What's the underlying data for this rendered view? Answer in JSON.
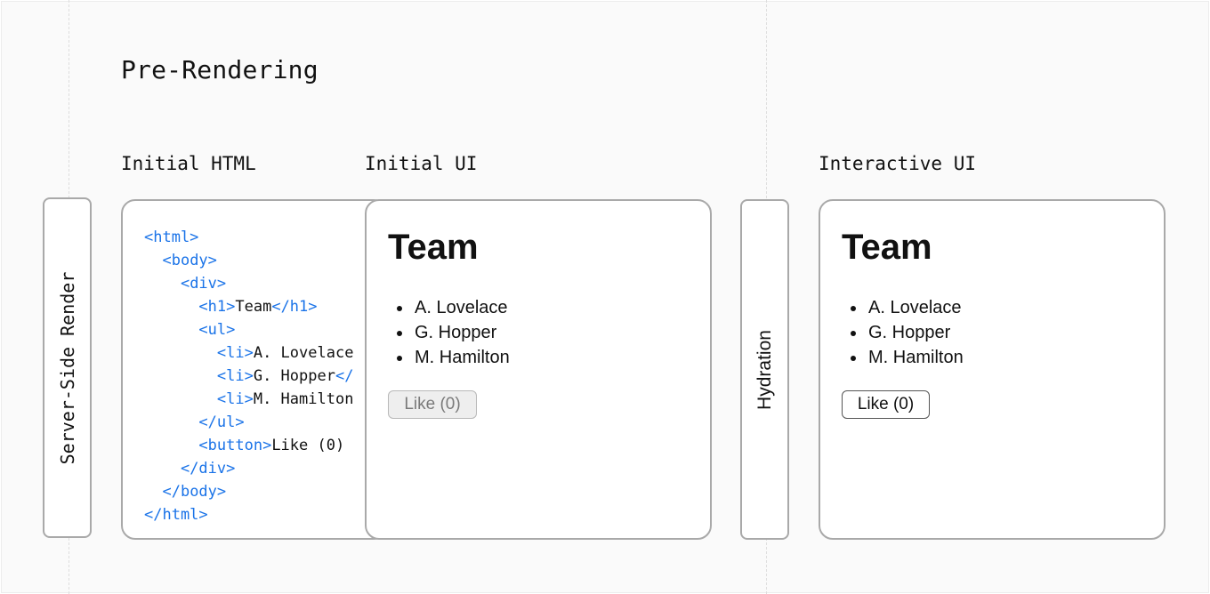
{
  "title": "Pre-Rendering",
  "columns": {
    "initial_html": "Initial HTML",
    "initial_ui": "Initial UI",
    "interactive_ui": "Interactive UI"
  },
  "steps": {
    "server_render": "Server-Side Render",
    "hydration": "Hydration"
  },
  "code": {
    "html_open": "<html>",
    "body_open": "<body>",
    "div_open": "<div>",
    "h1_open": "<h1>",
    "h1_text": "Team",
    "h1_close": "</h1>",
    "ul_open": "<ul>",
    "li_open": "<li>",
    "li_close_partial": "</",
    "li_items": [
      "A. Lovelace",
      "G. Hopper",
      "M. Hamilton"
    ],
    "ul_close": "</ul>",
    "button_open": "<button>",
    "button_text": "Like (0)",
    "div_close": "</div>",
    "body_close": "</body>",
    "html_close": "</html>"
  },
  "initial_ui": {
    "heading": "Team",
    "items": [
      "A. Lovelace",
      "G. Hopper",
      "M. Hamilton"
    ],
    "button_label": "Like (0)"
  },
  "interactive_ui": {
    "heading": "Team",
    "items": [
      "A. Lovelace",
      "G. Hopper",
      "M. Hamilton"
    ],
    "button_label": "Like (0)"
  },
  "colors": {
    "tag": "#1a73e8",
    "border": "#a9a9a9",
    "background": "#fafafa"
  }
}
